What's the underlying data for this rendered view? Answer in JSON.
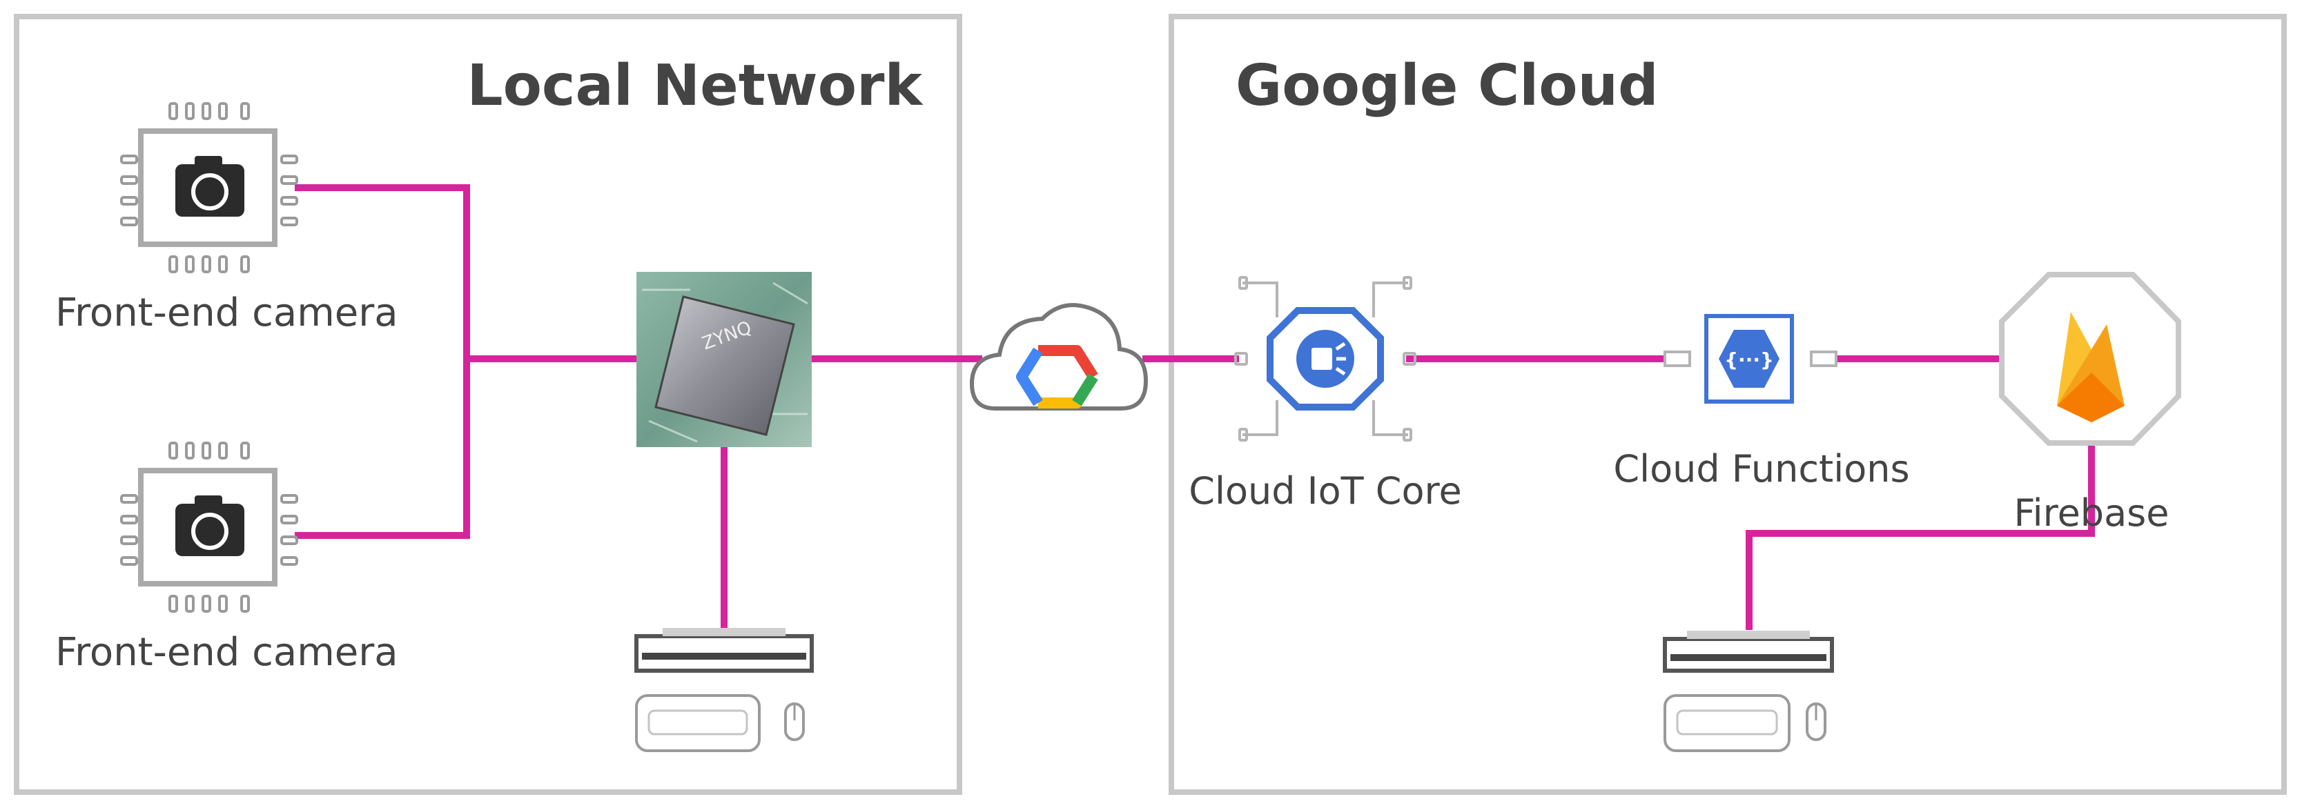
{
  "regions": {
    "local": {
      "title": "Local Network"
    },
    "cloud": {
      "title": "Google Cloud"
    }
  },
  "nodes": {
    "camera_top": {
      "label": "Front-end camera"
    },
    "camera_bottom": {
      "label": "Front-end camera"
    },
    "fpga_chip": {
      "chip_text": "ZYNQ"
    },
    "iot_core": {
      "label": "Cloud IoT Core"
    },
    "functions": {
      "label": "Cloud Functions",
      "glyph": "{···}"
    },
    "firebase": {
      "label": "Firebase"
    }
  },
  "icons": [
    "camera-icon",
    "fpga-chip-icon",
    "google-cloud-icon",
    "cloud-iot-core-icon",
    "cloud-functions-icon",
    "firebase-icon",
    "monitor-icon",
    "keyboard-icon",
    "mouse-icon"
  ],
  "colors": {
    "link": "#d6249c",
    "frame": "#c8c8c8",
    "title": "#444444",
    "gcp_blue": "#3f73d6",
    "firebase_orange": "#f6a01a",
    "firebase_yellow": "#fbc02d"
  }
}
